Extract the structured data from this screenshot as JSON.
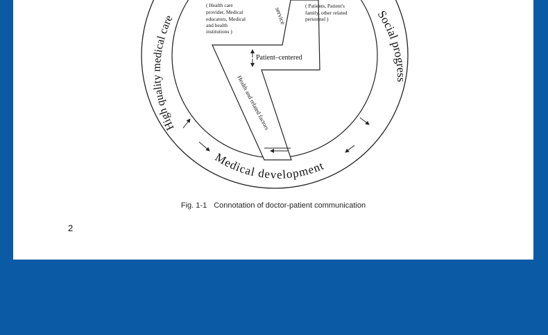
{
  "figure": {
    "ring_labels": {
      "left": "High quality medical care",
      "right": "Social progress",
      "bottom": "Medical development"
    },
    "provider_note": [
      "( Health care",
      "provider, Medical",
      "educators, Medical",
      "and health",
      "institutions )"
    ],
    "patient_note": [
      "( Patients, Patient's",
      "family, other related",
      "personnel )"
    ],
    "service_label": "service",
    "center_label": "Patient–centered",
    "bolt_label": "Health and related factors"
  },
  "caption": {
    "number": "Fig. 1-1",
    "text": "Connotation of doctor-patient communication"
  },
  "page_number": "2"
}
